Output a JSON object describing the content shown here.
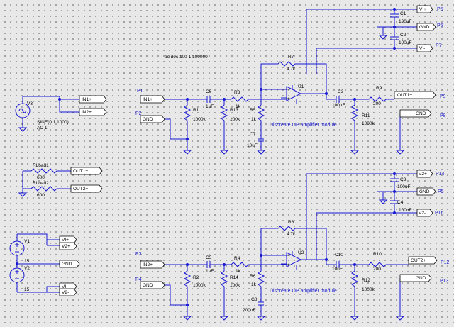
{
  "directive": "ac dec 100 1 100000",
  "sources": {
    "v3": {
      "name": "V3",
      "value": "SINE(0 1 1000)",
      "ac": "AC 1"
    },
    "v1": {
      "name": "V1",
      "value": "15"
    },
    "v2": {
      "name": "V2",
      "value": "15"
    }
  },
  "loads": {
    "r1": {
      "name": "RLoad1",
      "value": "600"
    },
    "r2": {
      "name": "RLoad2",
      "value": "600"
    }
  },
  "net_labels": {
    "in1p": "IN1+",
    "in2p": "IN2+",
    "gnd": "GND",
    "vip": "VI+",
    "vim": "VI-",
    "v2p": "V2+",
    "v2m": "V2-",
    "out1p": "OUT1+",
    "out2p": "OUT2+"
  },
  "probes": {
    "p1": "P1",
    "p2": "P2",
    "p3": "P3",
    "p4": "P4",
    "p5": "P5",
    "p6": "P6",
    "p7": "P7",
    "p8": "P8",
    "p9": "P9",
    "p12": "P12",
    "p13": "P13",
    "p14": "P14",
    "p16": "P16"
  },
  "module_label": "Discreate OP amplifier module",
  "channel1": {
    "c1": {
      "name": "C1",
      "value": "100uF"
    },
    "c2": {
      "name": "C2",
      "value": "100uF"
    },
    "c6": {
      "name": "C6",
      "value": "1uF"
    },
    "c3": {
      "name": "C3",
      "value": "100uF"
    },
    "c7": {
      "name": "C7",
      "value": "10uF"
    },
    "r1": {
      "name": "R1",
      "value": "1000k"
    },
    "r3": {
      "name": "R3",
      "value": "1k"
    },
    "r13": {
      "name": "R13",
      "value": "100k"
    },
    "r5": {
      "name": "R5",
      "value": "1k"
    },
    "r7": {
      "name": "R7",
      "value": "4.7k"
    },
    "r9": {
      "name": "R9",
      "value": "200"
    },
    "r11": {
      "name": "R11",
      "value": "1000k"
    },
    "u": "U1"
  },
  "channel2": {
    "c3": {
      "name": "C3",
      "value": "100uF"
    },
    "c4": {
      "name": "C4",
      "value": "100uF"
    },
    "c5": {
      "name": "C5",
      "value": "1uF"
    },
    "c10": {
      "name": "C10",
      "value": "10uF"
    },
    "c8": {
      "name": "C8",
      "value": "200uF"
    },
    "r2": {
      "name": "R2",
      "value": "1000k"
    },
    "r4": {
      "name": "R4",
      "value": "1k"
    },
    "r14": {
      "name": "R14",
      "value": "100k"
    },
    "r6": {
      "name": "R6",
      "value": "1k"
    },
    "r8": {
      "name": "R8",
      "value": "4.7k"
    },
    "r10": {
      "name": "R10",
      "value": "200"
    },
    "r12": {
      "name": "R12",
      "value": "1000k"
    },
    "u": "U2"
  },
  "colors": {
    "wire": "#1818d6",
    "text": "#000000",
    "background": "#e8e8e8",
    "grid": "#7a7a7a"
  }
}
